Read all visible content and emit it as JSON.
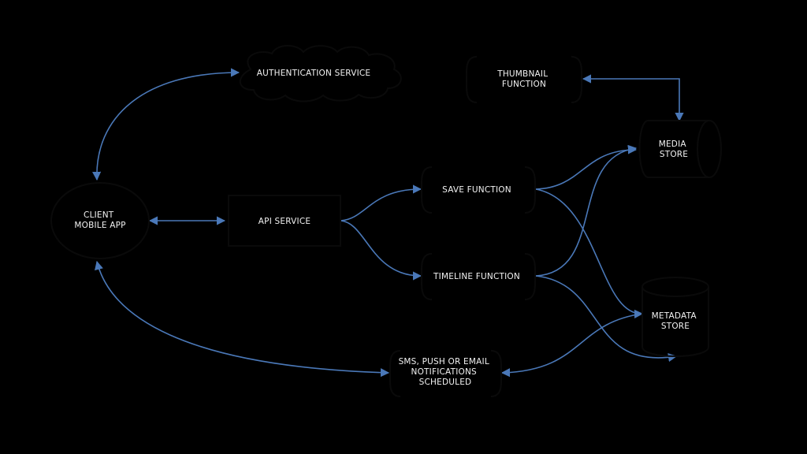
{
  "diagram": {
    "background": "#000000",
    "edge_color": "#4a78b8",
    "nodes": {
      "authentication": {
        "lines": [
          "AUTHENTICATION SERVICE"
        ],
        "shape": "cloud"
      },
      "thumbnail": {
        "lines": [
          "THUMBNAIL",
          "FUNCTION"
        ],
        "shape": "rounded-rectangle-dashed-sides"
      },
      "media_store": {
        "lines": [
          "MEDIA",
          "STORE"
        ],
        "shape": "cylinder-horizontal"
      },
      "client": {
        "lines": [
          "CLIENT",
          "MOBILE APP"
        ],
        "shape": "ellipse"
      },
      "api_service": {
        "lines": [
          "API SERVICE"
        ],
        "shape": "rectangle"
      },
      "save_function": {
        "lines": [
          "SAVE FUNCTION"
        ],
        "shape": "rounded-rectangle-dashed-sides"
      },
      "timeline_function": {
        "lines": [
          "TIMELINE FUNCTION"
        ],
        "shape": "rounded-rectangle-dashed-sides"
      },
      "metadata_store": {
        "lines": [
          "METADATA",
          "STORE"
        ],
        "shape": "cylinder-vertical"
      },
      "notifications": {
        "lines": [
          "SMS, PUSH OR EMAIL",
          "NOTIFICATIONS",
          "SCHEDULED"
        ],
        "shape": "rounded-rectangle-dashed-sides"
      }
    },
    "edges": [
      {
        "from": "client",
        "to": "authentication",
        "direction": "both"
      },
      {
        "from": "client",
        "to": "api_service",
        "direction": "both"
      },
      {
        "from": "api_service",
        "to": "save_function",
        "direction": "forward"
      },
      {
        "from": "api_service",
        "to": "timeline_function",
        "direction": "forward"
      },
      {
        "from": "save_function",
        "to": "media_store",
        "direction": "forward"
      },
      {
        "from": "save_function",
        "to": "metadata_store",
        "direction": "forward"
      },
      {
        "from": "timeline_function",
        "to": "media_store",
        "direction": "forward"
      },
      {
        "from": "timeline_function",
        "to": "metadata_store",
        "direction": "forward"
      },
      {
        "from": "thumbnail",
        "to": "media_store",
        "direction": "both"
      },
      {
        "from": "metadata_store",
        "to": "notifications",
        "direction": "forward"
      },
      {
        "from": "notifications",
        "to": "client",
        "direction": "both"
      }
    ]
  }
}
